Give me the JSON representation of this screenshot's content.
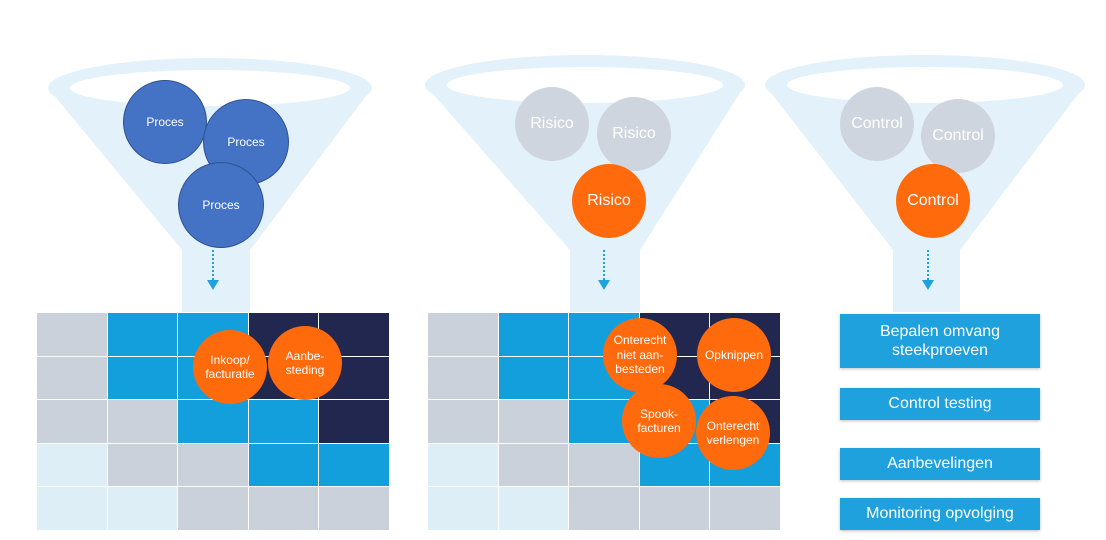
{
  "colors": {
    "funnel": "#e3f1fa",
    "rim_inner": "#ffffff",
    "proces_blue": "#4472c4",
    "muted_grey": "#cfd5de",
    "accent_orange": "#ff6a0d",
    "cell_light": "#ddeef7",
    "cell_grey": "#cad1db",
    "cell_blue": "#139fdb",
    "cell_navy": "#22274f",
    "step_blue": "#1ea1dd"
  },
  "funnels": [
    {
      "circles": [
        "Proces",
        "Proces",
        "Proces"
      ]
    },
    {
      "muted_circles": [
        "Risico",
        "Risico"
      ],
      "highlight": "Risico",
      "tags": [
        "Onterecht\nniet aan-\nbesteden",
        "Opknippen",
        "Spook-\nfacturen",
        "Onterecht\nverlengen"
      ]
    },
    {
      "muted_circles": [
        "Control",
        "Control"
      ],
      "highlight": "Control"
    }
  ],
  "grid1_tags": [
    "Inkoop/\nfacturatie",
    "Aanbe-\nsteding"
  ],
  "steps": [
    "Bepalen omvang\nsteekproeven",
    "Control testing",
    "Aanbevelingen",
    "Monitoring opvolging"
  ],
  "heatmap": [
    [
      "grey",
      "blue",
      "blue",
      "navy",
      "navy"
    ],
    [
      "grey",
      "blue",
      "blue",
      "navy",
      "navy"
    ],
    [
      "grey",
      "grey",
      "blue",
      "blue",
      "navy"
    ],
    [
      "light",
      "grey",
      "grey",
      "blue",
      "blue"
    ],
    [
      "light",
      "light",
      "grey",
      "grey",
      "grey"
    ]
  ]
}
